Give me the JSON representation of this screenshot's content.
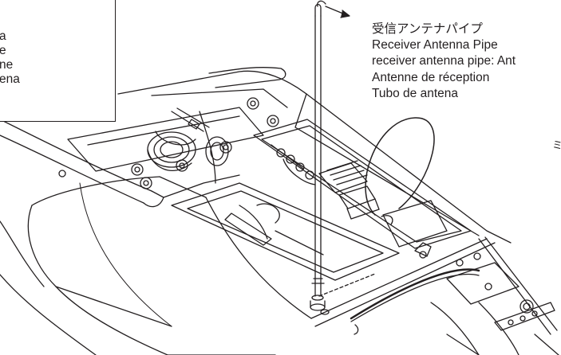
{
  "left_callout": {
    "lines": [
      "a",
      "e",
      "ne",
      "ena"
    ]
  },
  "antenna_label": {
    "lines": [
      "受信アンテナパイプ",
      "Receiver Antenna Pipe",
      "receiver antenna pipe: Ant",
      "Antenne de réception",
      "Tubo de antena"
    ]
  },
  "right_edge_glyph": "ミ",
  "colors": {
    "line": "#231f20",
    "background": "#ffffff"
  }
}
